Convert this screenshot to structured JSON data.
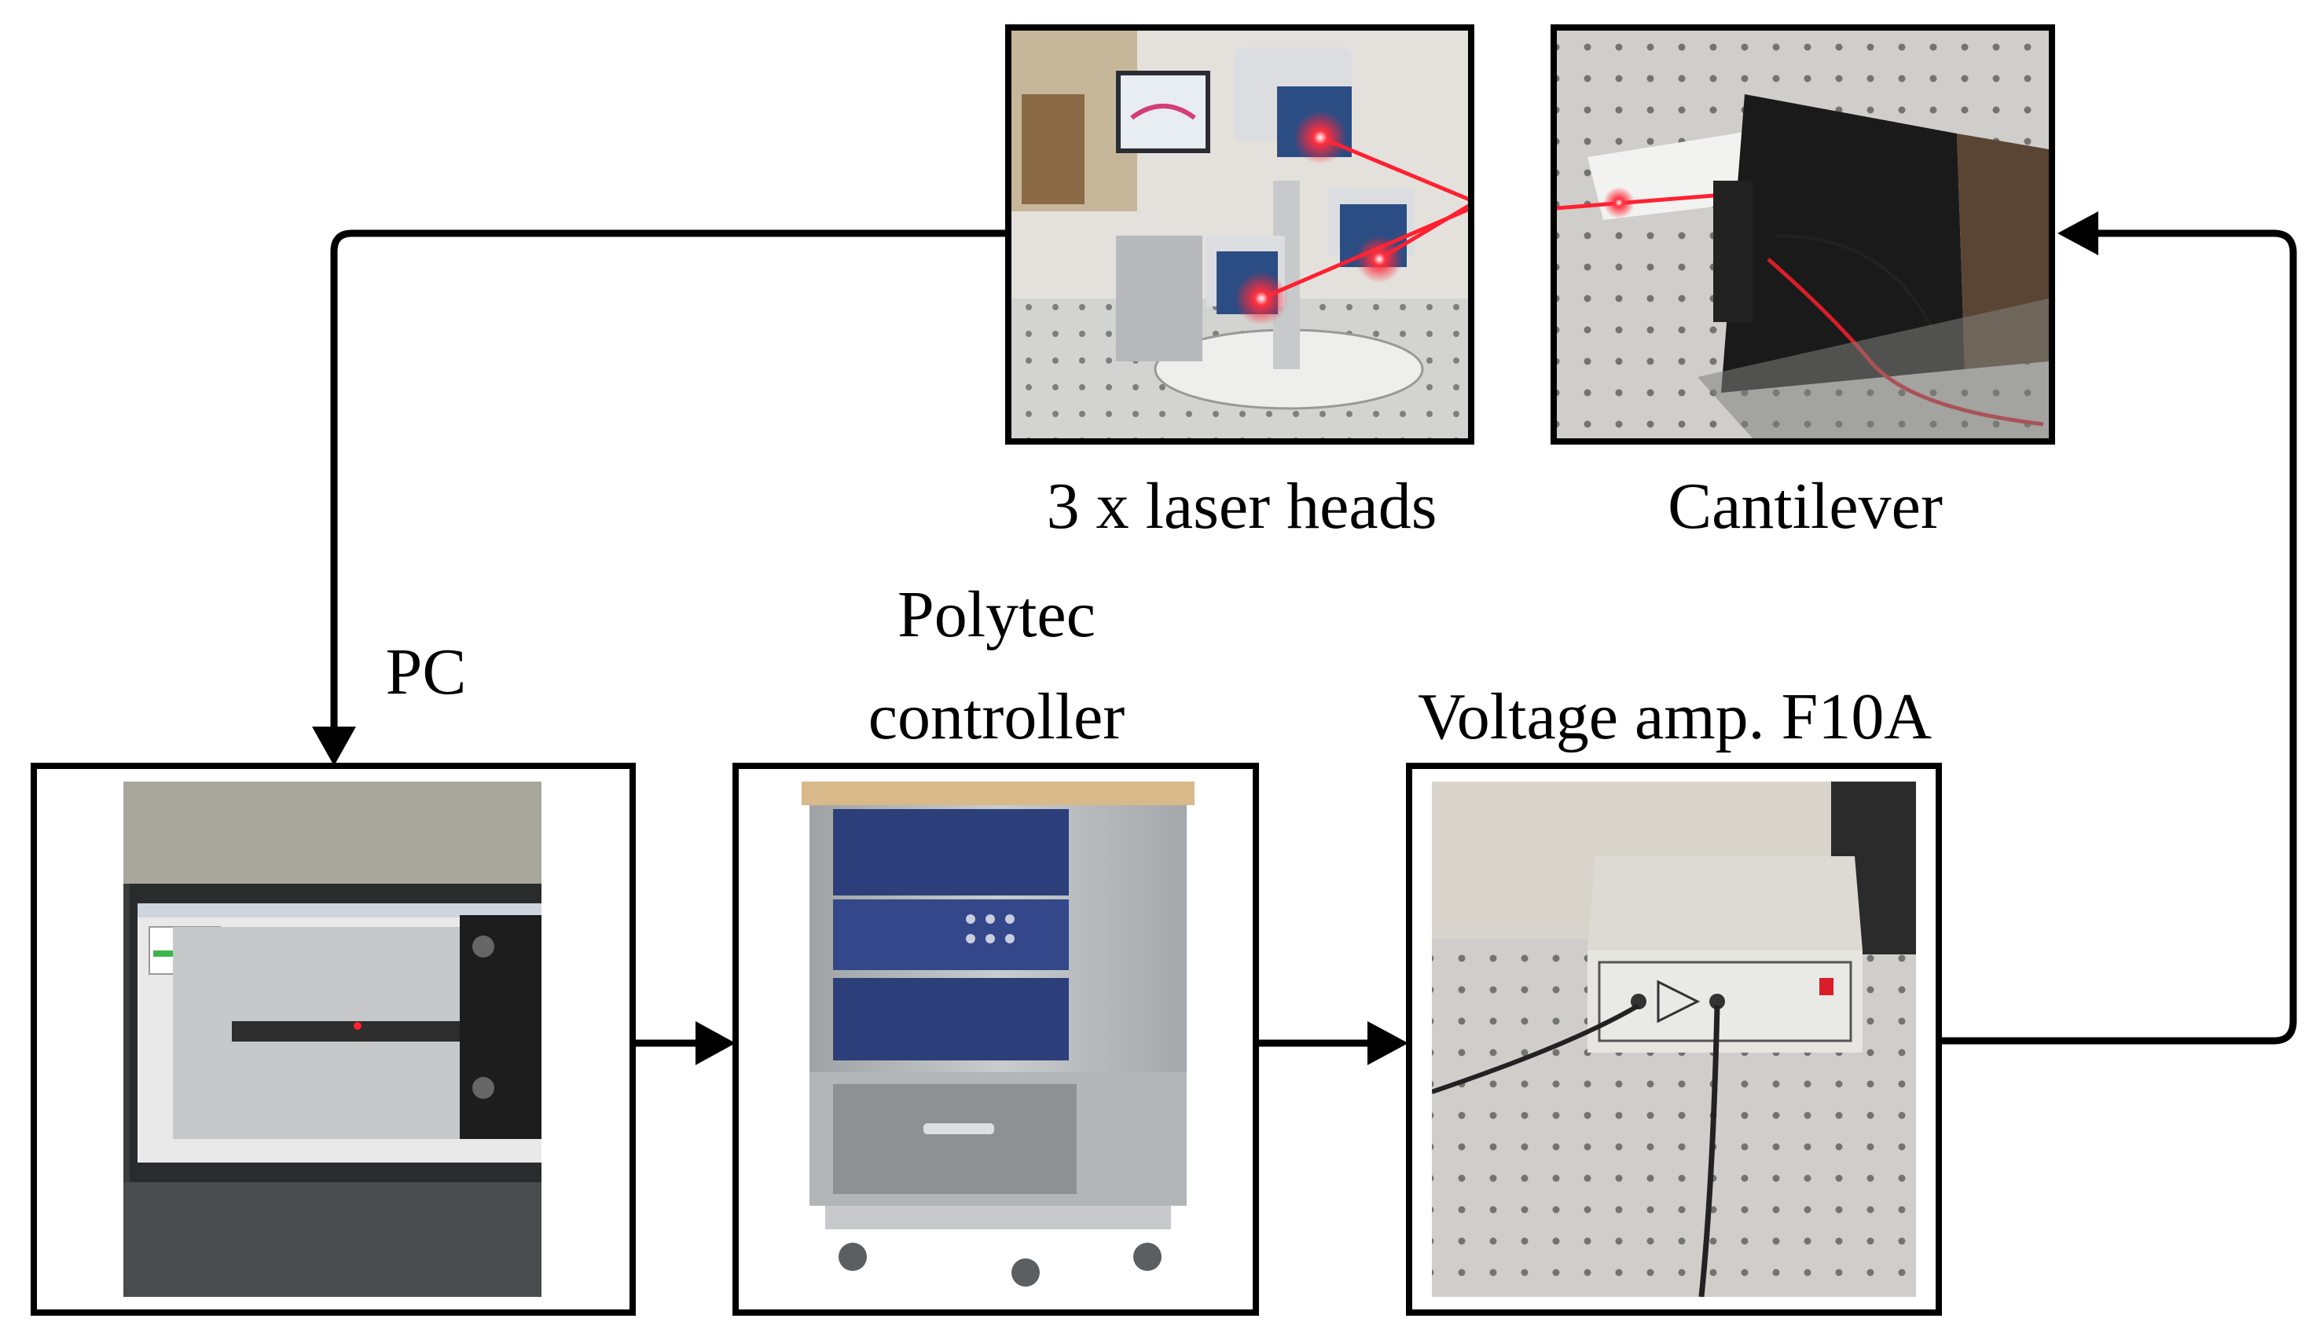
{
  "labels": {
    "laser_heads": "3 x laser heads",
    "cantilever": "Cantilever",
    "pc": "PC",
    "polytec_line1": "Polytec",
    "polytec_line2": "controller",
    "voltage_amp": "Voltage amp. F10A"
  },
  "colors": {
    "laser": "#ff2030",
    "optical_table": "#cfd0cd",
    "controller_blue": "#2c3f7a",
    "case_grey": "#b8bbbe",
    "wall": "#d9d4cb"
  }
}
